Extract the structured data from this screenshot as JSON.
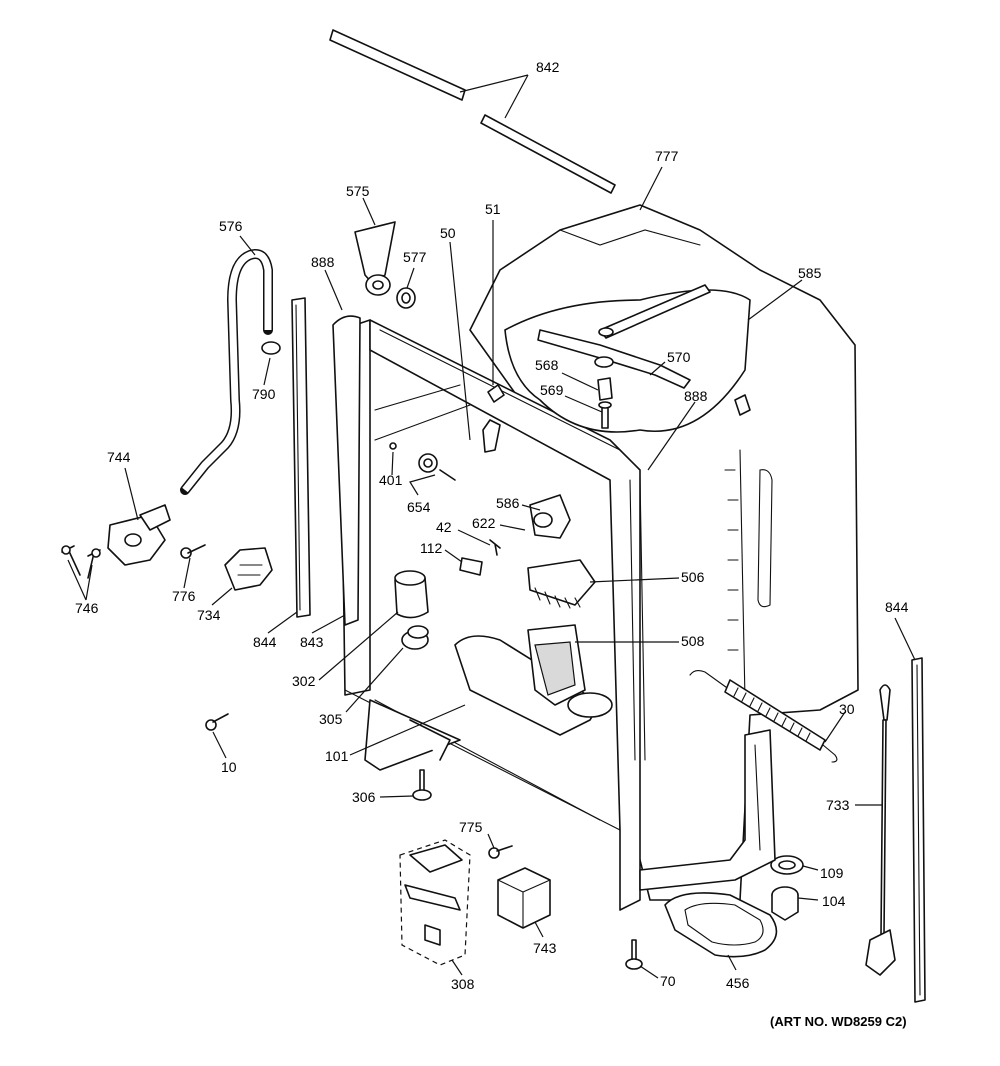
{
  "diagram": {
    "art_number": "(ART NO. WD8259 C2)",
    "callouts": {
      "c842": "842",
      "c777": "777",
      "c575": "575",
      "c51": "51",
      "c50": "50",
      "c576": "576",
      "c888a": "888",
      "c577": "577",
      "c585": "585",
      "c570": "570",
      "c568": "568",
      "c569": "569",
      "c888b": "888",
      "c790": "790",
      "c744": "744",
      "c401": "401",
      "c654": "654",
      "c586": "586",
      "c42": "42",
      "c622": "622",
      "c112": "112",
      "c746": "746",
      "c776": "776",
      "c734": "734",
      "c844a": "844",
      "c843": "843",
      "c506": "506",
      "c844b": "844",
      "c508": "508",
      "c302": "302",
      "c305": "305",
      "c30": "30",
      "c101": "101",
      "c10": "10",
      "c306": "306",
      "c733": "733",
      "c775": "775",
      "c109": "109",
      "c104": "104",
      "c743": "743",
      "c70": "70",
      "c456": "456",
      "c308": "308"
    }
  }
}
